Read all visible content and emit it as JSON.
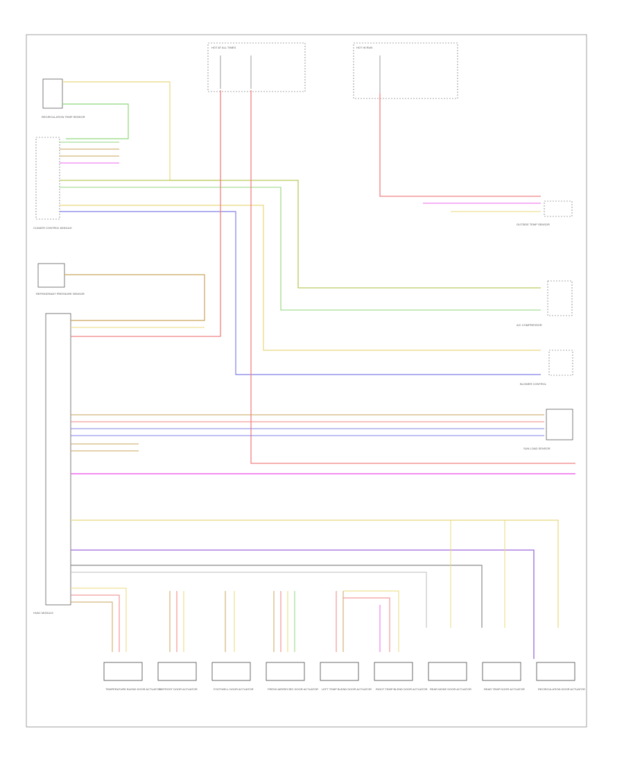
{
  "title": "",
  "top_fuse_blocks": [
    {
      "id": "fuse-left",
      "label": "HOT AT ALL TIMES"
    },
    {
      "id": "fuse-right",
      "label": "HOT IN RUN"
    }
  ],
  "components": [
    {
      "id": "temp-sensor",
      "label": "RECIRCULATION TEMP SENSOR"
    },
    {
      "id": "climate-control",
      "label": "CLIMATE CONTROL MODULE"
    },
    {
      "id": "refrigerant-switch",
      "label": "REFRIGERANT PRESSURE SENSOR"
    },
    {
      "id": "hvac-module",
      "label": "HVAC MODULE"
    },
    {
      "id": "outside-temp",
      "label": "OUTSIDE TEMP SENSOR"
    },
    {
      "id": "ac-compressor",
      "label": "A/C COMPRESSOR"
    },
    {
      "id": "sun-sensor",
      "label": "SUN LOAD SENSOR"
    },
    {
      "id": "blower-control",
      "label": "BLOWER CONTROL"
    }
  ],
  "actuators": [
    {
      "label": "TEMPERATURE BLEND DOOR ACTUATOR"
    },
    {
      "label": "DEFROST DOOR ACTUATOR"
    },
    {
      "label": "FOOTWELL DOOR ACTUATOR"
    },
    {
      "label": "FRESH AIR/RECIRC DOOR ACTUATOR"
    },
    {
      "label": "LEFT TEMP BLEND DOOR ACTUATOR"
    },
    {
      "label": "RIGHT TEMP BLEND DOOR ACTUATOR"
    },
    {
      "label": "REAR MODE DOOR ACTUATOR"
    },
    {
      "label": "REAR TEMP DOOR ACTUATOR"
    },
    {
      "label": "RECIRCULATION DOOR ACTUATOR"
    }
  ],
  "footer_code": "",
  "colors": {
    "red": "#f08080",
    "yellow": "#e8d87a",
    "green": "#8fd67a",
    "olive": "#b8c95a",
    "blue": "#7f7fe8",
    "magenta": "#ee66ee",
    "gray": "#888888",
    "brown": "#c9a35a"
  }
}
